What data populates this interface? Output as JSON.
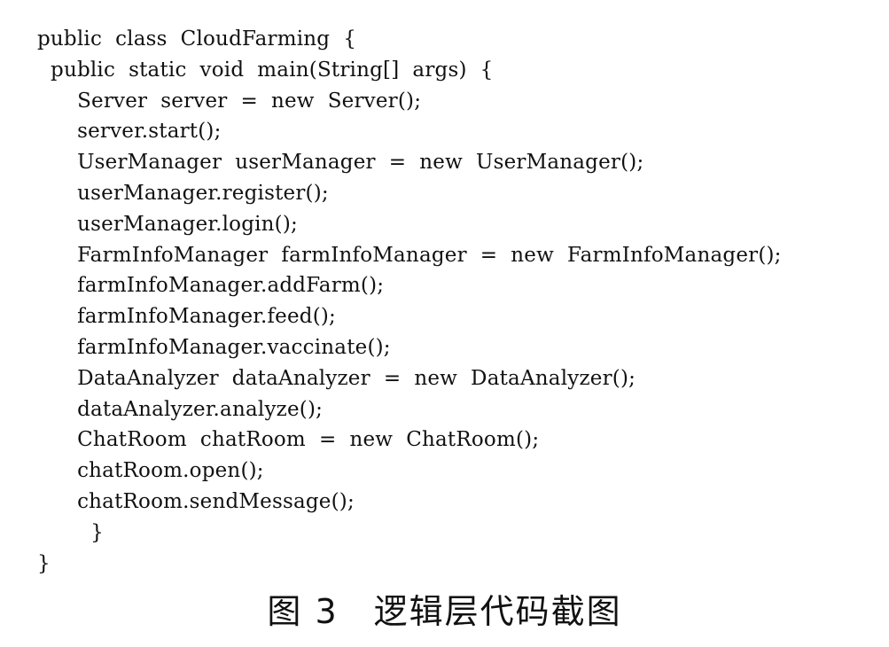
{
  "code_lines": [
    "public  class  CloudFarming  {",
    "  public  static  void  main(String[]  args)  {",
    "      Server  server  =  new  Server();",
    "      server.start();",
    "      UserManager  userManager  =  new  UserManager();",
    "      userManager.register();",
    "      userManager.login();",
    "      FarmInfoManager  farmInfoManager  =  new  FarmInfoManager();",
    "      farmInfoManager.addFarm();",
    "      farmInfoManager.feed();",
    "      farmInfoManager.vaccinate();",
    "      DataAnalyzer  dataAnalyzer  =  new  DataAnalyzer();",
    "      dataAnalyzer.analyze();",
    "      ChatRoom  chatRoom  =  new  ChatRoom();",
    "      chatRoom.open();",
    "      chatRoom.sendMessage();",
    "        }",
    "}"
  ],
  "caption": "图 3　逻辑层代码截图"
}
